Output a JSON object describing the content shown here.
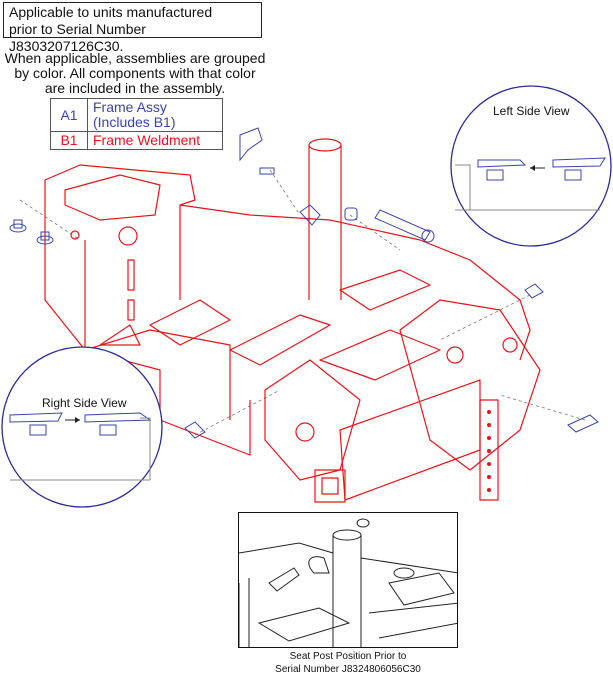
{
  "notice": {
    "line1": "Applicable to units manufactured",
    "line2": "prior to Serial Number J8303207126C30."
  },
  "note": {
    "line1": "When applicable, assemblies are grouped",
    "line2": "by color. All components with that color",
    "line3": "are included in the assembly."
  },
  "legend": [
    {
      "code": "A1",
      "label_line1": "Frame Assy",
      "label_line2": "(Includes B1)",
      "color": "#3a44a8"
    },
    {
      "code": "B1",
      "label_line1": "Frame Weldment",
      "color": "#e8141c"
    }
  ],
  "views": {
    "left": "Left Side View",
    "right": "Right Side View"
  },
  "inset": {
    "caption_line1": "Seat Post Position Prior to",
    "caption_line2": "Serial Number J8324806056C30"
  },
  "colors": {
    "frame": "#e8141c",
    "hardware": "#3a44a8",
    "ink": "#222222"
  }
}
